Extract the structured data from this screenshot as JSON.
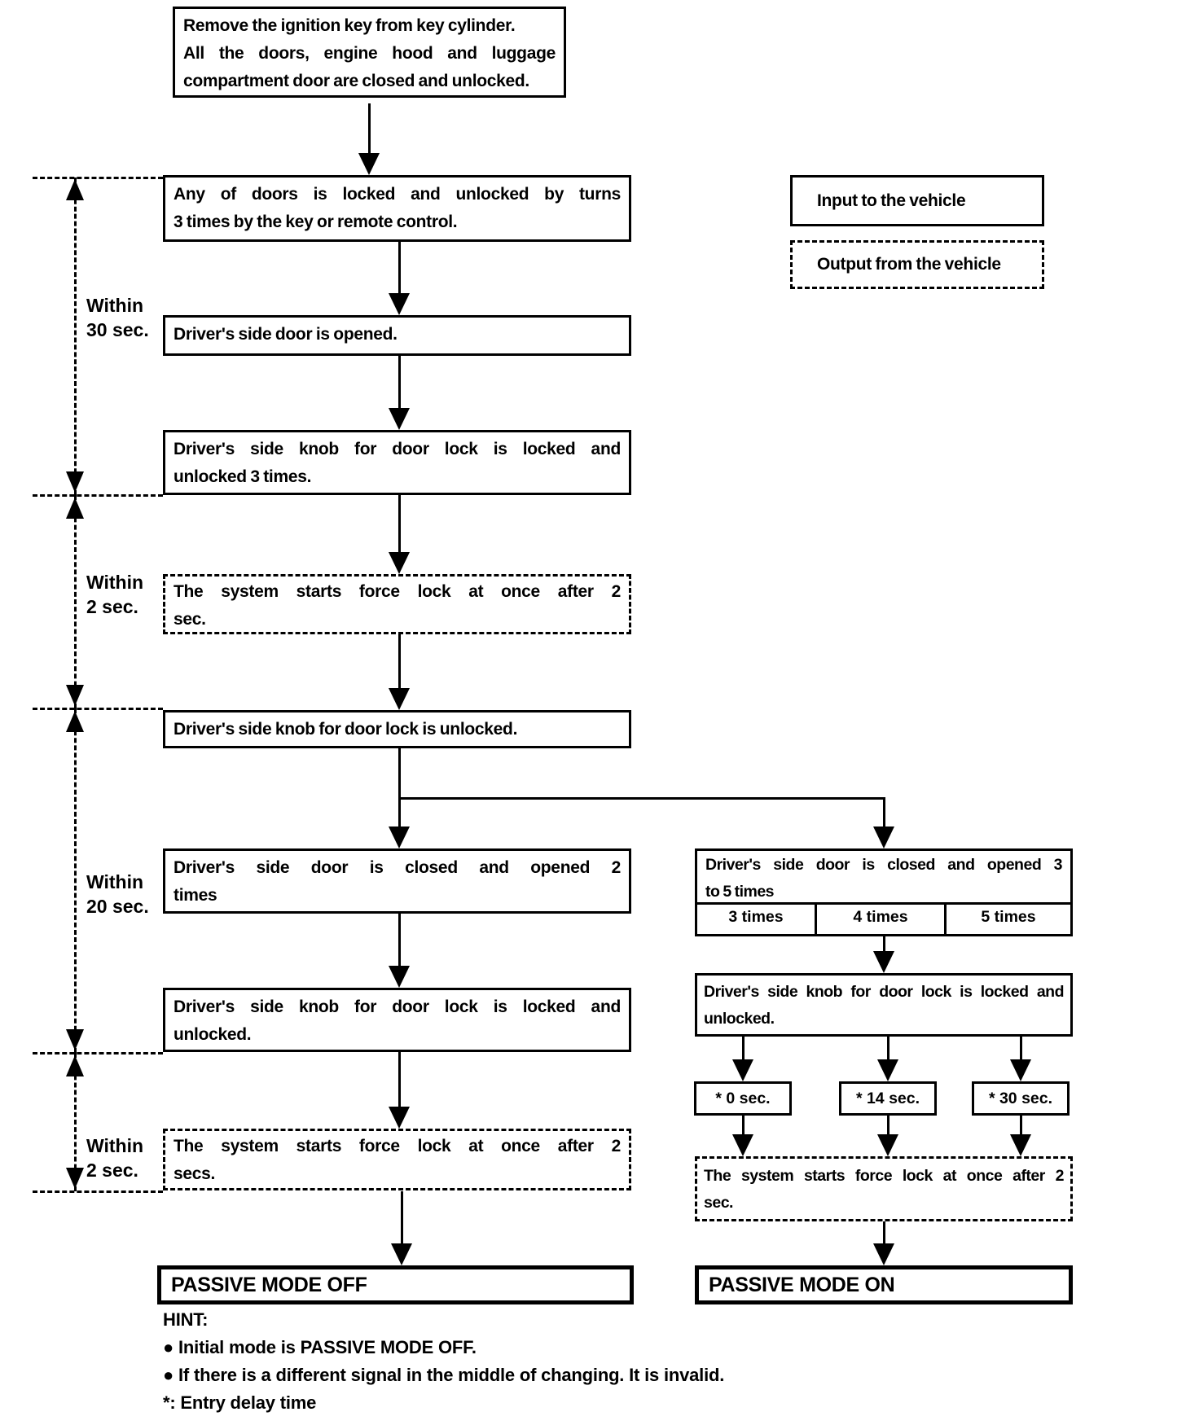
{
  "colors": {
    "ink": "#000000",
    "paper": "#ffffff"
  },
  "legend": {
    "input": "Input to the vehicle",
    "output": "Output from the vehicle"
  },
  "flow": {
    "start": {
      "lines": [
        "Remove the ignition key from key cylinder.",
        "All the doors, engine hood and luggage",
        "compartment door are closed and unlocked."
      ]
    },
    "any_door_lock": {
      "lines": [
        "Any of doors is locked and unlocked by turns",
        "3 times by the key or remote control."
      ]
    },
    "door_opened": {
      "lines": [
        "Driver's side door is opened."
      ]
    },
    "knob_3_times": {
      "lines": [
        "Driver's side knob for door lock is locked and",
        "unlocked 3 times."
      ]
    },
    "force_lock_a": {
      "lines": [
        "The system starts force lock at once after 2",
        "sec."
      ]
    },
    "knob_unlocked": {
      "lines": [
        "Driver's side knob for door lock is unlocked."
      ]
    },
    "door_2_times": {
      "lines": [
        "Driver's side door is closed and opened 2",
        "times"
      ]
    },
    "knob_lock_unlock_left": {
      "lines": [
        "Driver's side knob for door lock is locked and",
        "unlocked."
      ]
    },
    "force_lock_b": {
      "lines": [
        "The system starts force lock at once after 2",
        "secs."
      ]
    },
    "passive_off": "PASSIVE MODE OFF",
    "door_3_5_times": {
      "lines": [
        "Driver's side door is closed and opened 3",
        "to 5 times"
      ],
      "options": [
        "3 times",
        "4 times",
        "5 times"
      ]
    },
    "knob_lock_unlock_right": {
      "lines": [
        "Driver's side knob for door lock is locked and",
        "unlocked."
      ]
    },
    "delay_0": "* 0 sec.",
    "delay_14": "* 14 sec.",
    "delay_30": "* 30 sec.",
    "force_lock_c": {
      "lines": [
        "The system starts force lock at once after 2",
        "sec."
      ]
    },
    "passive_on": "PASSIVE MODE ON"
  },
  "timing": [
    {
      "l1": "Within",
      "l2": "30 sec."
    },
    {
      "l1": "Within",
      "l2": "2 sec."
    },
    {
      "l1": "Within",
      "l2": "20 sec."
    },
    {
      "l1": "Within",
      "l2": "2 sec."
    }
  ],
  "hint": {
    "title": "HINT:",
    "bullet1": "● Initial mode is PASSIVE MODE OFF.",
    "bullet2": "● If there is a different signal in the middle of changing. It is invalid.",
    "footnote": "*: Entry delay time"
  }
}
